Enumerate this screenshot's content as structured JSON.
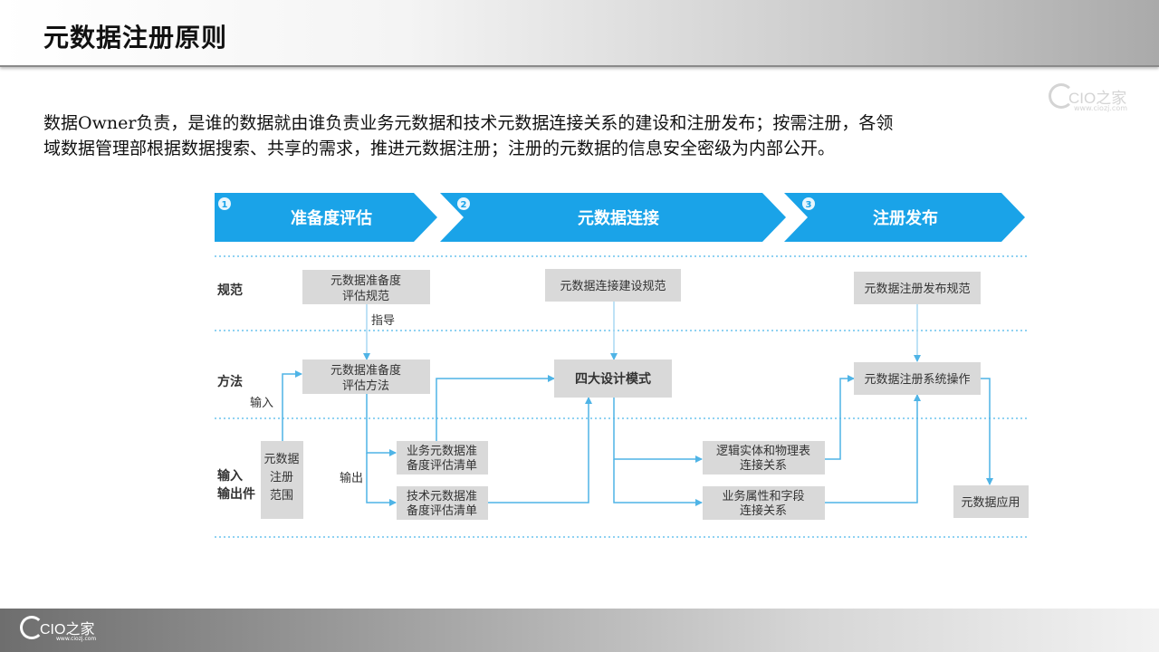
{
  "header": {
    "title": "元数据注册原则"
  },
  "watermark": {
    "brand": "CIO之家",
    "url": "www.ciozj.com"
  },
  "intro": {
    "line1": "数据Owner负责，是谁的数据就由谁负责业务元数据和技术元数据连接关系的建设和注册发布；按需注册，各领",
    "line2": "域数据管理部根据数据搜索、共享的需求，推进元数据注册；注册的元数据的信息安全密级为内部公开。"
  },
  "diagram": {
    "stages": [
      {
        "num": "1",
        "label": "准备度评估"
      },
      {
        "num": "2",
        "label": "元数据连接"
      },
      {
        "num": "3",
        "label": "注册发布"
      }
    ],
    "rows": {
      "spec": "规范",
      "method": "方法",
      "io_1": "输入",
      "io_2": "输出件"
    },
    "boxes": {
      "assess_spec": [
        "元数据准备度",
        "评估规范"
      ],
      "assess_method": [
        "元数据准备度",
        "评估方法"
      ],
      "reg_scope": [
        "元数据",
        "注册",
        "范围"
      ],
      "biz_list": [
        "业务元数据准",
        "备度评估清单"
      ],
      "tech_list": [
        "技术元数据准",
        "备度评估清单"
      ],
      "connect_spec": "元数据连接建设规范",
      "four_modes": "四大设计模式",
      "logic_entity": [
        "逻辑实体和物理表",
        "连接关系"
      ],
      "biz_attr": [
        "业务属性和字段",
        "连接关系"
      ],
      "publish_spec": "元数据注册发布规范",
      "system_op": "元数据注册系统操作",
      "app": "元数据应用"
    },
    "labels": {
      "guide": "指导",
      "input": "输入",
      "output": "输出"
    },
    "colors": {
      "accent": "#1aa3e8",
      "line": "#4fb4e6",
      "box": "#d9d9d9",
      "text": "#333333"
    }
  },
  "footer": {
    "brand": "CIO之家",
    "url": "www.ciozj.com"
  }
}
